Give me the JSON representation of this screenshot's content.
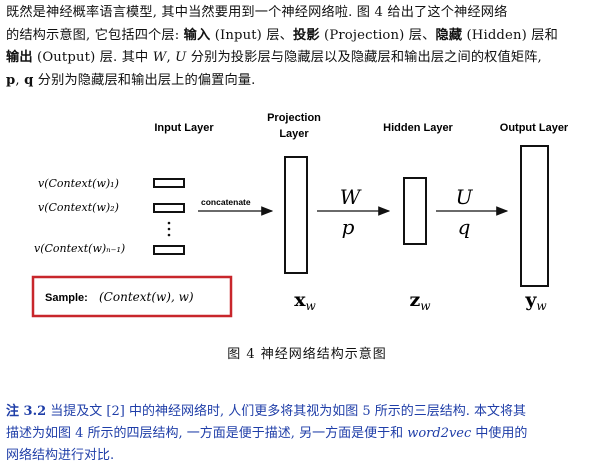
{
  "paragraph": {
    "line1": "既然是神经概率语言模型, 其中当然要用到一个神经网络啦. 图 4 给出了这个神经网络",
    "line2_a": "的结构示意图, 它包括四个层: ",
    "input_cn": "输入",
    "line2_b": " (Input) 层、",
    "projection_cn": "投影",
    "line2_c": " (Projection) 层、",
    "hidden_cn": "隐藏",
    "line2_d": " (Hidden) 层和",
    "output_cn": "输出",
    "line3_a": " (Output) 层. 其中 ",
    "W": "W",
    "comma": ", ",
    "U": "U",
    "line3_b": " 分别为投影层与隐藏层以及隐藏层和输出层之间的权值矩阵,",
    "p": "p",
    "q": "q",
    "line4_b": " 分别为隐藏层和输出层上的偏置向量."
  },
  "diagram": {
    "input_layer": "Input Layer",
    "projection_layer_l1": "Projection",
    "projection_layer_l2": "Layer",
    "hidden_layer": "Hidden Layer",
    "output_layer": "Output Layer",
    "ctx1": "v(Context(w)₁)",
    "ctx2": "v(Context(w)₂)",
    "ctxn": "v(Context(w)ₙ₋₁)",
    "concatenate": "concatenate",
    "W": "W",
    "p": "p",
    "U": "U",
    "q": "q",
    "xw": "xw",
    "zw": "zw",
    "yw": "yw",
    "sample_label": "Sample:",
    "sample_value": "(Context(w), w)",
    "sample_border_color": "#c8262b"
  },
  "caption": "图 4  神经网络结构示意图",
  "note": {
    "label": "注 3.2",
    "line1": " 当提及文 [2] 中的神经网络时, 人们更多将其视为如图 5 所示的三层结构. 本文将其",
    "line2_a": "描述为如图 4 所示的四层结构, 一方面是便于描述, 另一方面是便于和 ",
    "word2vec": "word2vec",
    "line2_b": " 中使用的",
    "line3": "网络结构进行对比."
  }
}
